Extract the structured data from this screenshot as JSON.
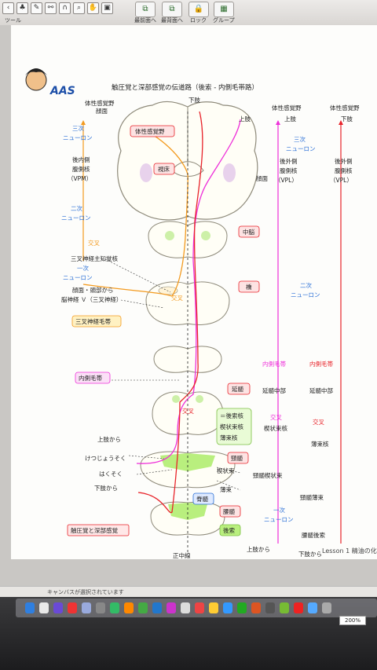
{
  "toolbar": {
    "tools_label": "ツール",
    "bring_front_label": "最前面へ",
    "bring_forward_label": "最背面へ",
    "lock_label": "ロック",
    "group_label": "グループ"
  },
  "slide": {
    "logo_text": "AAS",
    "title": "触圧覚と深部感覚の伝道路（後索 - 内側毛帯路）",
    "footer": "Lesson 1  精油の化"
  },
  "labels": {
    "somatosensory_face": [
      "体性感覚野",
      "顔面"
    ],
    "lower_limb_top": "下肢",
    "upper_limb_top": "上肢",
    "somatosensory_upper": [
      "体性感覚野",
      "上肢"
    ],
    "somatosensory_lower": [
      "体性感覚野",
      "下肢"
    ],
    "third_neuron_left": [
      "三次",
      "ニューロン"
    ],
    "third_neuron_right": [
      "三次",
      "ニューロン"
    ],
    "vpm": [
      "後内側",
      "腹側核",
      "（VPM）"
    ],
    "vpl_mid": [
      "後外側",
      "腹側核",
      "（VPL）"
    ],
    "vpl_right": [
      "後外側",
      "腹側核",
      "（VPL）"
    ],
    "brain_box": "体性感覚野",
    "thalamus_box": "視床",
    "face": "顔面",
    "second_neuron_left": [
      "二次",
      "ニューロン"
    ],
    "decussation_left": "交叉",
    "trigeminal_nucleus": "三叉神経主知覚核",
    "first_neuron_left": [
      "一次",
      "ニューロン"
    ],
    "face_head": [
      "顔面・頭部から",
      "脳神経 Ｖ（三叉神経）"
    ],
    "trigeminal_lemniscus": "三叉神経毛帯",
    "midbrain": "中脳",
    "pons": "橋",
    "decussation_pons": "交叉",
    "second_neuron_right": [
      "二次",
      "ニューロン"
    ],
    "medial_lemniscus_box": "内側毛帯",
    "medial_lemniscus_mid": "内側毛帯",
    "medial_lemniscus_right": "内側毛帯",
    "medulla": "延髄",
    "medulla_mid": "延髄中部",
    "medulla_right": "延髄中部",
    "decussation_medulla": "交叉",
    "decussation_mid": "交叉",
    "decussation_right": "交叉",
    "posterior_cord_nucleus": "＝後索核",
    "cuneate_nucleus": "楔状束核",
    "gracile_nucleus": "薄束核",
    "cuneate_nucleus_mid": "楔状束核",
    "gracile_nucleus_right": "薄束核",
    "from_upper_limb": "上肢から",
    "gracile_fasc": "けつじょうそく",
    "haku_soku": "はくそく",
    "from_lower_limb": "下肢から",
    "cervical_cord": "頸髄",
    "cuneate_fasciculus": "楔状束",
    "gracile_fasciculus": "薄束",
    "cervical_cuneate": "頸髄楔状束",
    "cervical_gracile": "頸髄薄束",
    "spinal_cord": "脊髄",
    "lumbar_cord": "腰髄",
    "posterior_column": "後索",
    "first_neuron_right": [
      "一次",
      "ニューロン"
    ],
    "lumbar_posterior": "腰髄後索",
    "from_upper_bottom": "上肢から",
    "from_lower_bottom": "下肢から",
    "touch_deep_box": "触圧覚と深部感覚",
    "midline": "正中線"
  },
  "status": {
    "canvas_selected": "キャンバスが選択されています",
    "zoom": "200%"
  },
  "colors": {
    "orange": "#f39a1e",
    "pink": "#ee2fd9",
    "red": "#e8232a",
    "blue": "#2a6fd6",
    "green_fill": "#b9ef7e"
  },
  "icons": [
    "back-icon",
    "tree-icon",
    "pen-icon",
    "lasso-icon",
    "magnet-icon",
    "zoom-icon",
    "hand-icon",
    "image-icon",
    "bring-front-icon",
    "bring-forward-icon",
    "lock-icon",
    "group-icon"
  ]
}
